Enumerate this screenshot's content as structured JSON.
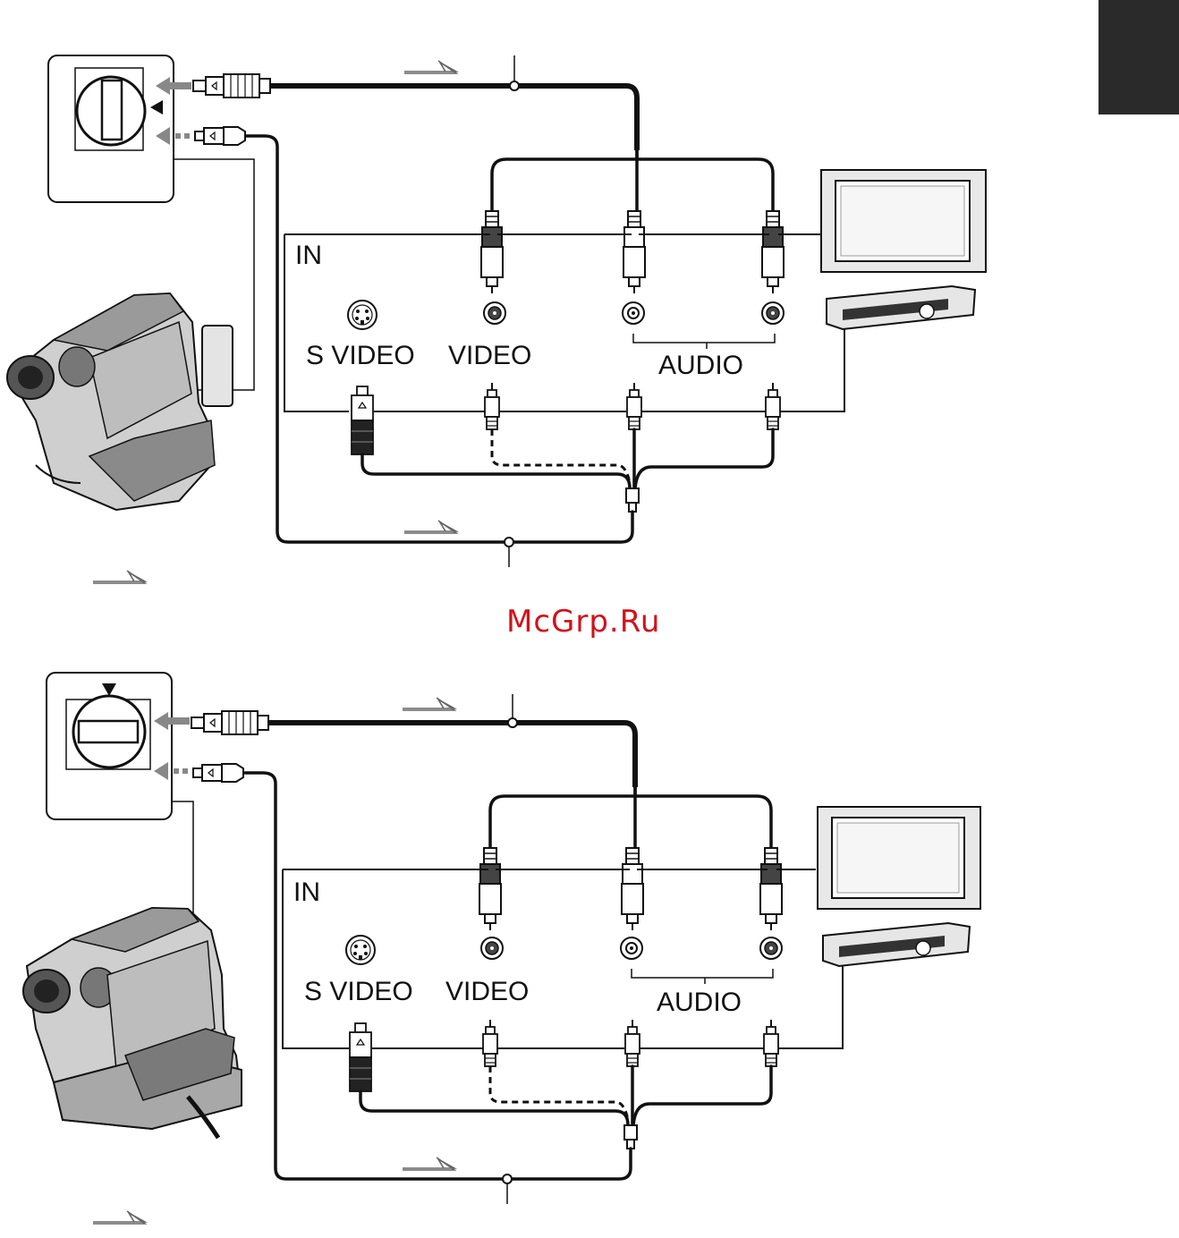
{
  "corner_tab": {
    "color": "#2a2a2a"
  },
  "watermark": {
    "text": "McGrp.Ru",
    "color": "#d2121b"
  },
  "diagrams": [
    {
      "input_label": "IN",
      "port_labels": {
        "s_video": "S VIDEO",
        "video": "VIDEO",
        "audio": "AUDIO"
      },
      "icons": [
        "signal-flow-arrow-icon",
        "camcorder-icon",
        "tv-icon",
        "vcr-icon",
        "av-jack-icon",
        "s-video-jack-icon"
      ]
    },
    {
      "input_label": "IN",
      "port_labels": {
        "s_video": "S VIDEO",
        "video": "VIDEO",
        "audio": "AUDIO"
      },
      "icons": [
        "signal-flow-arrow-icon",
        "camcorder-with-station-icon",
        "tv-icon",
        "vcr-icon",
        "av-jack-icon",
        "s-video-jack-icon"
      ]
    }
  ]
}
